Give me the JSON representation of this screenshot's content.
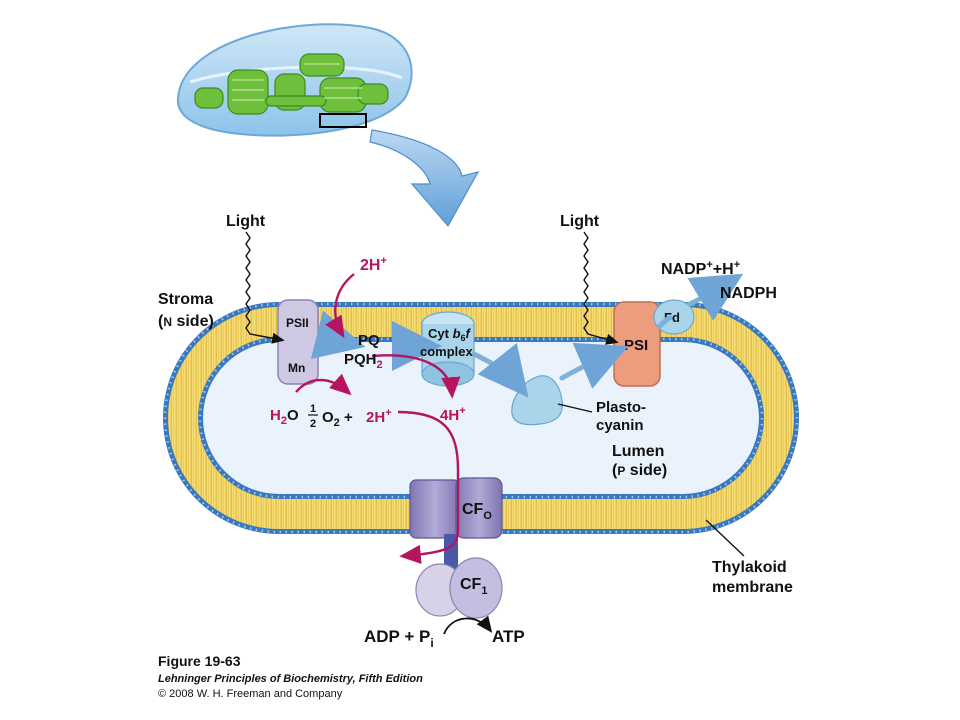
{
  "labels": {
    "light_left": "Light",
    "light_right": "Light",
    "stroma_1": "Stroma",
    "stroma_n": "N",
    "stroma_side": "side)",
    "stroma_paren": "(",
    "psii": "PSII",
    "mn": "Mn",
    "pq": "PQ",
    "pqh_base": "PQH",
    "pqh_sub": "2",
    "cyt_1": "Cyt",
    "cyt_b": "b",
    "cyt_6": "6",
    "cyt_f": "f",
    "cyt_2": "complex",
    "h_left": "2H",
    "h_left_sup": "+",
    "h2o_h": "H",
    "h2o_sub": "2",
    "h2o_o": "O",
    "half_num": "1",
    "half_den": "2",
    "o2_base": "O",
    "o2_sub": "2",
    "plus": "+",
    "h_mid": "2H",
    "h_mid_sup": "+",
    "h_four": "4H",
    "h_four_sup": "+",
    "psi": "PSI",
    "fd": "Fd",
    "nadp": "NADP",
    "nadp_sup": "+",
    "nadp_plus": "+H",
    "nadp_h_sup": "+",
    "nadph": "NADPH",
    "plasto_1": "Plasto-",
    "plasto_2": "cyanin",
    "lumen": "Lumen",
    "lumen_p": "P",
    "lumen_side": "side)",
    "lumen_paren": "(",
    "cfo": "CF",
    "cfo_sub": "O",
    "cf1": "CF",
    "cf1_sub": "1",
    "adp": "ADP",
    "adp_plus": "+",
    "pi": "P",
    "pi_sub": "i",
    "atp": "ATP",
    "thylakoid_1": "Thylakoid",
    "thylakoid_2": "membrane"
  },
  "caption": {
    "figure": "Figure 19-63",
    "book": "Lehninger Principles of Biochemistry, Fifth Edition",
    "copyright": "© 2008 W. H. Freeman and Company"
  },
  "colors": {
    "membrane_head": "#2f6db3",
    "membrane_tail": "#f3d86a",
    "lumen_fill": "#eaf2fb",
    "psii": "#cfc8e2",
    "cyt": "#a9d4ea",
    "psi": "#ec9d7e",
    "cf": "#9187bf",
    "proton": "#b5155e",
    "electron_arrow": "#7fb0da"
  }
}
